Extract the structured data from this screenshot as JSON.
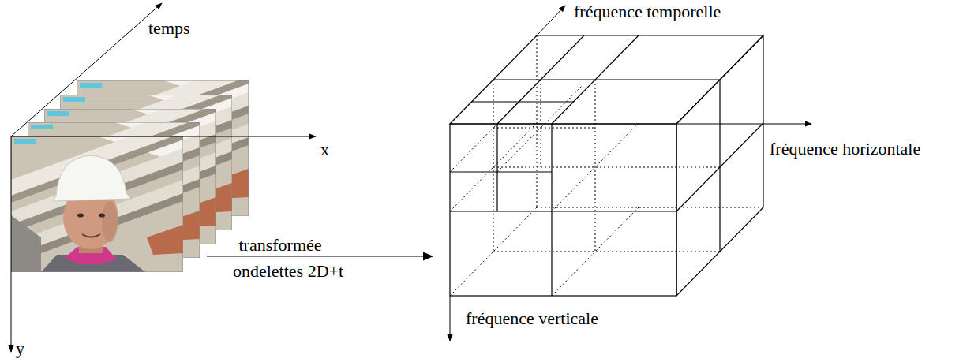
{
  "diagram": {
    "labels": [
      "temps",
      "x",
      "y",
      "transformée",
      "ondelettes 2D+t",
      "fréquence temporelle",
      "fréquence horizontale",
      "fréquence verticale"
    ]
  }
}
